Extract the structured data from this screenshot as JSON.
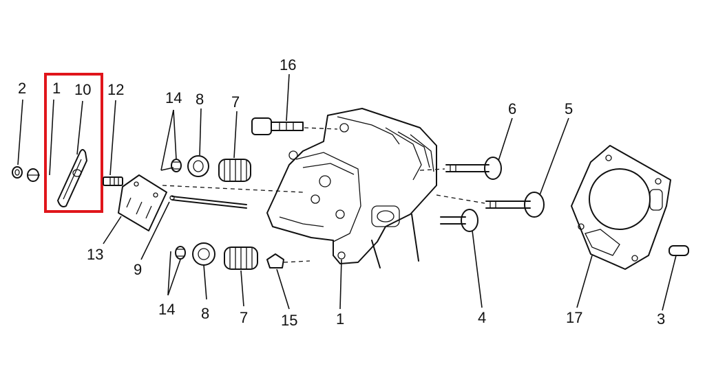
{
  "highlight_color": "#e0151b",
  "labels": {
    "l2": "2",
    "l1_top": "1",
    "l10": "10",
    "l12": "12",
    "l14_top": "14",
    "l8_top": "8",
    "l7_top": "7",
    "l16": "16",
    "l6": "6",
    "l5": "5",
    "l13": "13",
    "l9": "9",
    "l14_bottom": "14",
    "l8_bottom": "8",
    "l7_bottom": "7",
    "l15": "15",
    "l1_bottom": "1",
    "l4": "4",
    "l17": "17",
    "l3": "3"
  }
}
